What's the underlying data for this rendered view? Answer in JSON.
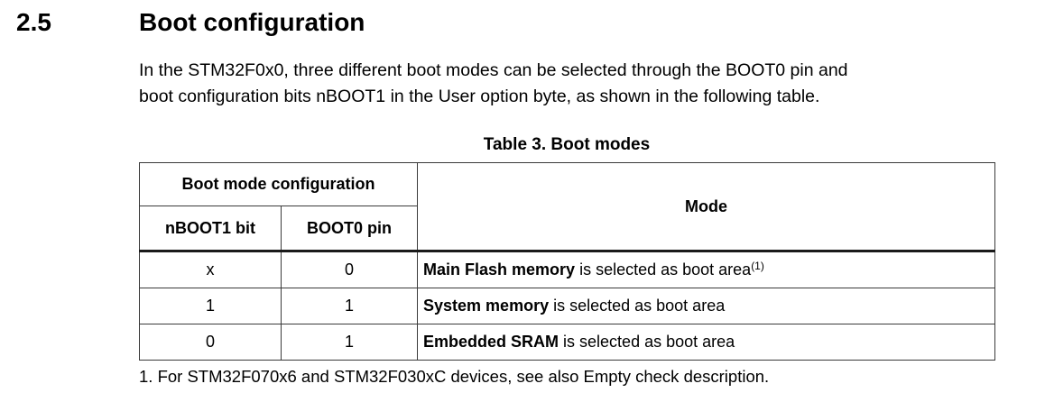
{
  "section": {
    "number": "2.5",
    "title": "Boot configuration"
  },
  "intro": {
    "line1": "In the STM32F0x0, three different boot modes can be selected through the BOOT0 pin and",
    "line2": "boot configuration bits nBOOT1 in the User option byte, as shown in the following table."
  },
  "table": {
    "caption": "Table 3. Boot modes",
    "group_header": "Boot mode configuration",
    "mode_header": "Mode",
    "col_nboot1": "nBOOT1 bit",
    "col_boot0": "BOOT0 pin",
    "rows": [
      {
        "nboot1": "x",
        "boot0": "0",
        "mode_bold": "Main Flash memory",
        "mode_rest": " is selected as boot area",
        "note_ref": "(1)"
      },
      {
        "nboot1": "1",
        "boot0": "1",
        "mode_bold": "System memory",
        "mode_rest": " is selected as boot area",
        "note_ref": ""
      },
      {
        "nboot1": "0",
        "boot0": "1",
        "mode_bold": "Embedded SRAM",
        "mode_rest": " is selected as boot area",
        "note_ref": ""
      }
    ]
  },
  "footnote": {
    "text": "1.  For STM32F070x6 and STM32F030xC devices, see also Empty check description."
  }
}
